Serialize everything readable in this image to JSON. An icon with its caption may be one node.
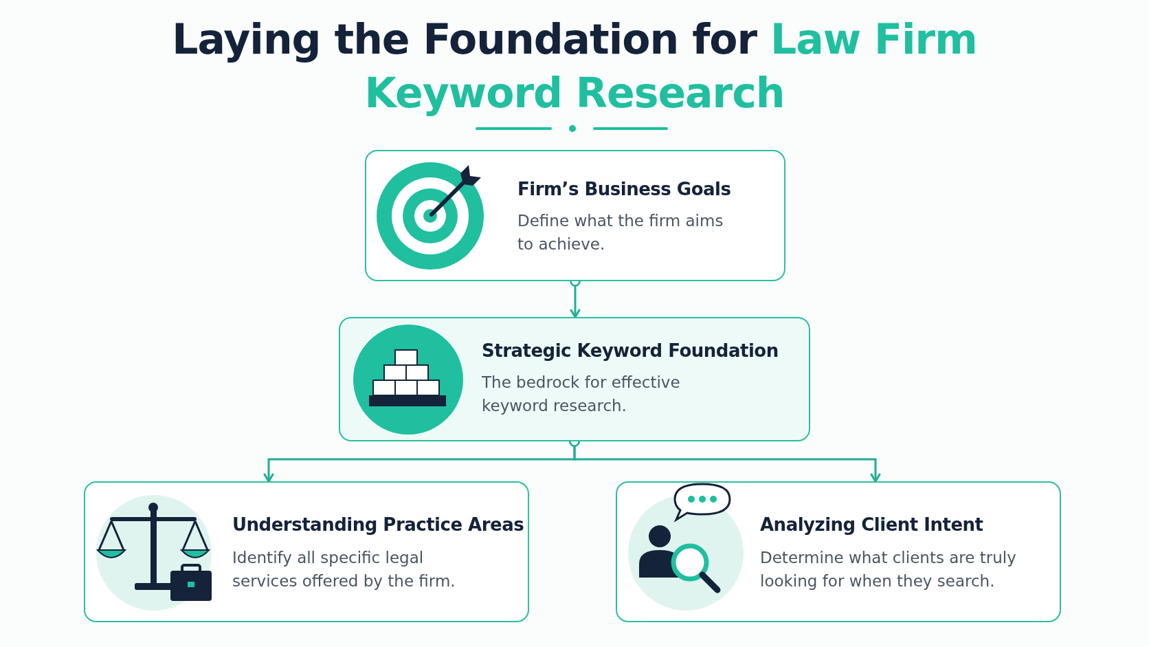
{
  "diagram": {
    "title": "Laying the Foundation for **Law Firm Keyword Research**",
    "nodes": [
      {
        "text": [
          "Firm’s Business Goals",
          "Define what the firm aims to achieve."
        ]
      },
      {
        "text": [
          "Strategic Keyword Foundation",
          "The bedrock for effective keyword research."
        ]
      },
      {
        "text": [
          "Understanding Practice Areas",
          "Identify all specific legal services offered by the firm."
        ]
      },
      {
        "text": [
          "Analyzing Client Intent",
          "Determine what clients are truly looking for when they search."
        ]
      }
    ],
    "edges": [
      {
        "from": 0,
        "to": 1,
        "arrow": "to"
      },
      {
        "from": 1,
        "to": 2,
        "arrow": "to"
      },
      {
        "from": 1,
        "to": 3,
        "arrow": "to"
      }
    ]
  }
}
